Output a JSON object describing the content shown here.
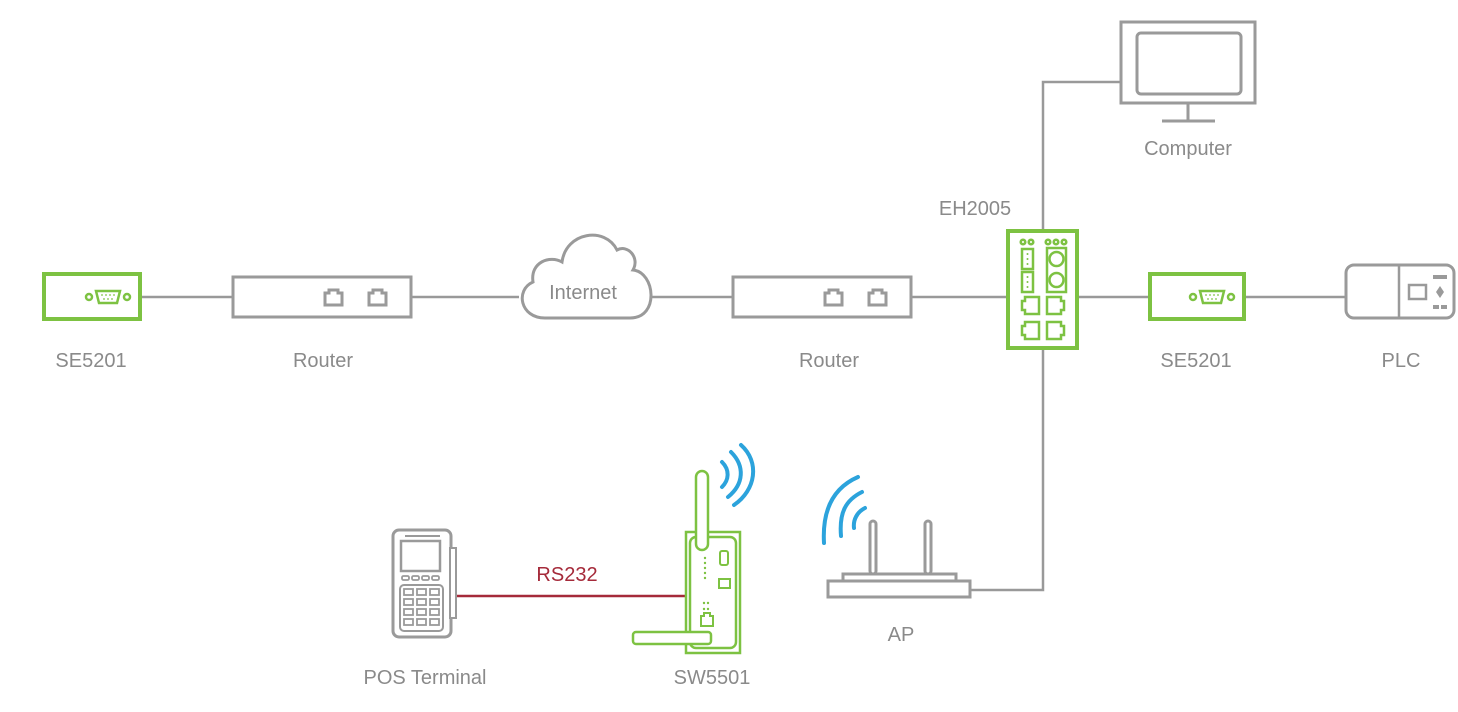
{
  "diagram": {
    "nodes": {
      "se5201_left": {
        "label": "SE5201",
        "type": "serial-device-server"
      },
      "router_left": {
        "label": "Router",
        "type": "router"
      },
      "internet": {
        "label": "Internet",
        "type": "cloud"
      },
      "router_right": {
        "label": "Router",
        "type": "router"
      },
      "eh2005": {
        "label": "EH2005",
        "type": "ethernet-switch"
      },
      "computer": {
        "label": "Computer",
        "type": "computer"
      },
      "se5201_right": {
        "label": "SE5201",
        "type": "serial-device-server"
      },
      "plc": {
        "label": "PLC",
        "type": "plc"
      },
      "ap": {
        "label": "AP",
        "type": "access-point"
      },
      "sw5501": {
        "label": "SW5501",
        "type": "wireless-serial-server"
      },
      "pos_terminal": {
        "label": "POS Terminal",
        "type": "pos-terminal"
      }
    },
    "links": [
      {
        "from": "SE5201",
        "to": "Router",
        "kind": "ethernet"
      },
      {
        "from": "Router",
        "to": "Internet",
        "kind": "ethernet"
      },
      {
        "from": "Internet",
        "to": "Router",
        "kind": "ethernet"
      },
      {
        "from": "Router",
        "to": "EH2005",
        "kind": "ethernet"
      },
      {
        "from": "EH2005",
        "to": "Computer",
        "kind": "ethernet"
      },
      {
        "from": "EH2005",
        "to": "SE5201",
        "kind": "ethernet"
      },
      {
        "from": "SE5201",
        "to": "PLC",
        "kind": "serial"
      },
      {
        "from": "EH2005",
        "to": "AP",
        "kind": "ethernet"
      },
      {
        "from": "POS Terminal",
        "to": "SW5501",
        "kind": "serial",
        "label": "RS232"
      }
    ],
    "rs232_label": "RS232",
    "colors": {
      "moxa_device": "#7dc242",
      "generic_device": "#9a9a9a",
      "wireless": "#2ca3dc",
      "serial_link": "#a52a3a",
      "label_text": "#8a8a8a"
    }
  }
}
